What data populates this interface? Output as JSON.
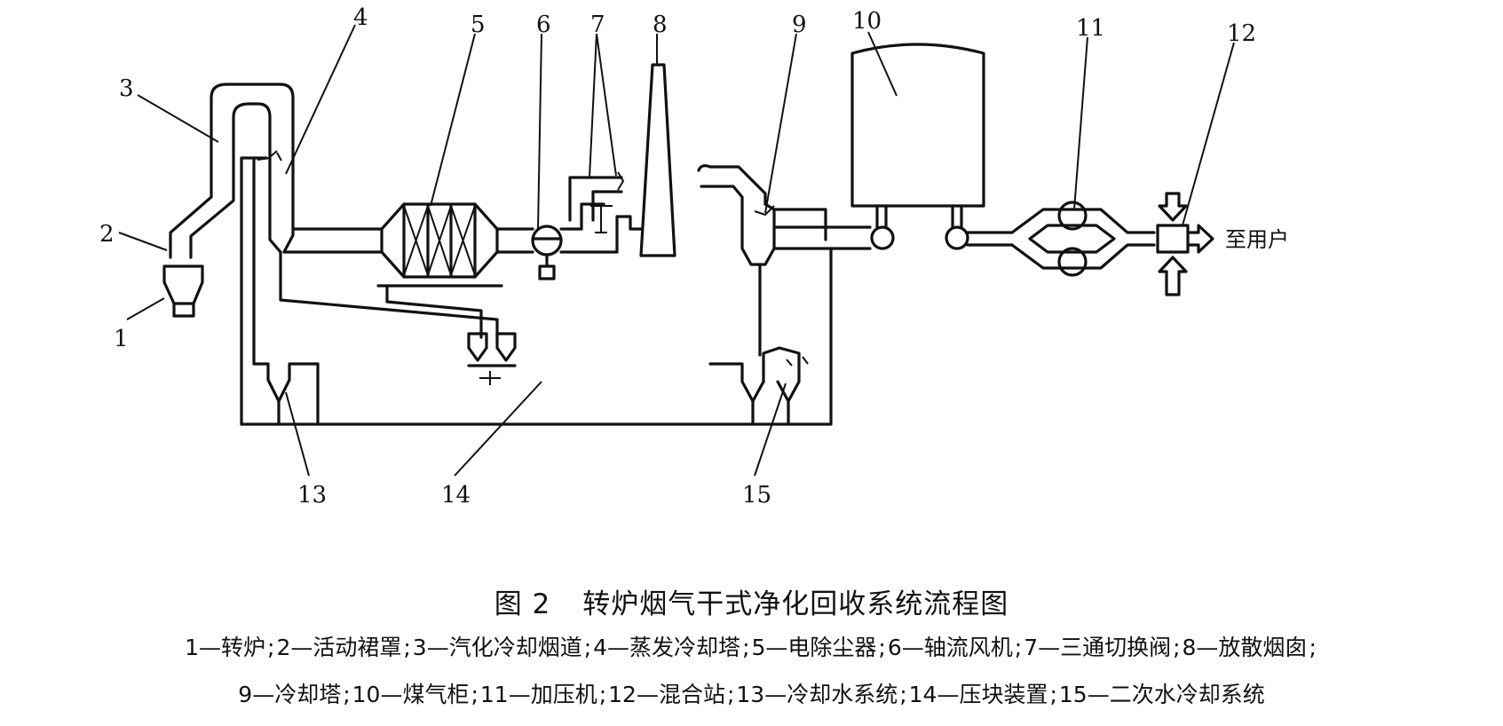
{
  "diagram": {
    "labels": [
      "1",
      "2",
      "3",
      "4",
      "5",
      "6",
      "7",
      "8",
      "9",
      "10",
      "11",
      "12",
      "13",
      "14",
      "15"
    ],
    "destination": "至用户"
  },
  "caption": {
    "figure_no": "图 2",
    "title": "转炉烟气干式净化回收系统流程图"
  },
  "legend": {
    "separator": ";",
    "line1": [
      "1—转炉",
      "2—活动裙罩",
      "3—汽化冷却烟道",
      "4—蒸发冷却塔",
      "5—电除尘器",
      "6—轴流风机",
      "7—三通切换阀",
      "8—放散烟囱"
    ],
    "line2": [
      "9—冷却塔",
      "10—煤气柜",
      "11—加压机",
      "12—混合站",
      "13—冷却水系统",
      "14—压块装置",
      "15—二次水冷却系统"
    ]
  }
}
